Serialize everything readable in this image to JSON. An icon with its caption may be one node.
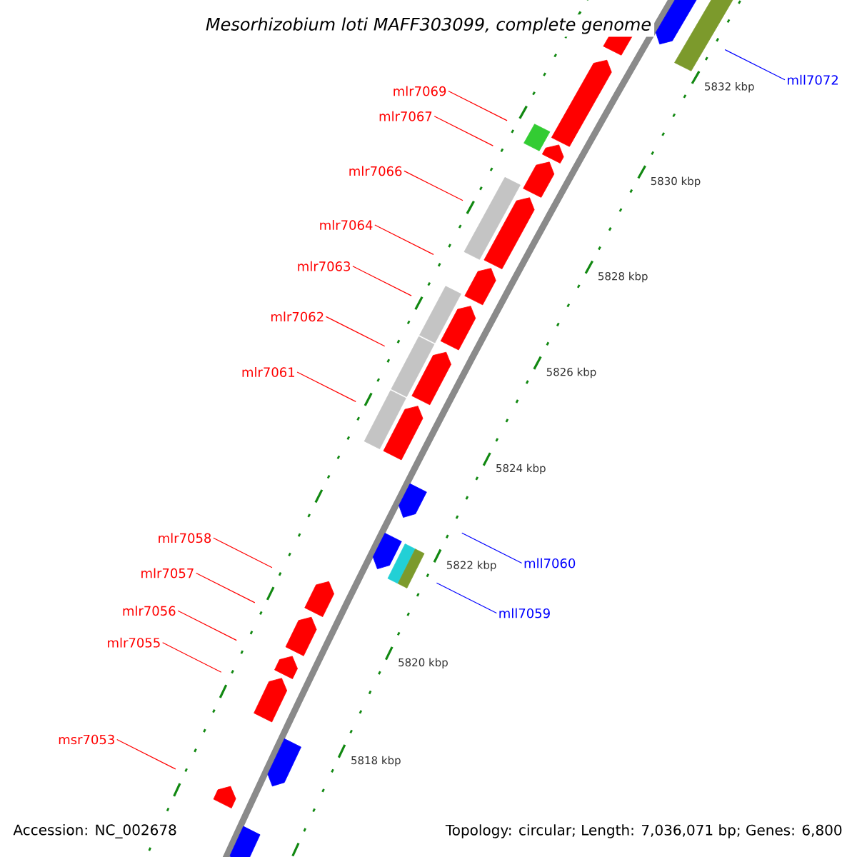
{
  "diagram": {
    "title": "Mesorhizobium loti MAFF303099, complete genome",
    "nodes": [
      {
        "text": [
          "mlr7069"
        ]
      },
      {
        "text": [
          "mll7072"
        ]
      },
      {
        "text": [
          "mlr7067"
        ]
      },
      {
        "text": [
          "mlr7066"
        ]
      },
      {
        "text": [
          "mlr7064"
        ]
      },
      {
        "text": [
          "mlr7063"
        ]
      },
      {
        "text": [
          "mlr7062"
        ]
      },
      {
        "text": [
          "mlr7061"
        ]
      },
      {
        "text": [
          "mlr7058"
        ]
      },
      {
        "text": [
          "mll7060"
        ]
      },
      {
        "text": [
          "mlr7057"
        ]
      },
      {
        "text": [
          "mlr7056"
        ]
      },
      {
        "text": [
          "mll7059"
        ]
      },
      {
        "text": [
          "mlr7055"
        ]
      },
      {
        "text": [
          "msr7053"
        ]
      },
      {
        "text": [],
        "shape": "box"
      },
      {
        "text": [],
        "shape": "box"
      },
      {
        "text": [],
        "shape": "box"
      },
      {
        "text": [],
        "shape": "box"
      },
      {
        "text": [],
        "shape": "box"
      },
      {
        "text": [],
        "shape": "box"
      }
    ],
    "edges": [
      {
        "from": 0,
        "to": 19,
        "arrow": "none"
      },
      {
        "from": 1,
        "to": 20,
        "arrow": "none",
        "color": "#0000ff"
      },
      {
        "from": 2,
        "to": null,
        "arrow": "none"
      },
      {
        "from": 3,
        "to": 15,
        "arrow": "none"
      },
      {
        "from": 4,
        "to": null,
        "arrow": "none"
      },
      {
        "from": 5,
        "to": 16,
        "arrow": "none"
      },
      {
        "from": 6,
        "to": 17,
        "arrow": "none"
      },
      {
        "from": 7,
        "to": 18,
        "arrow": "none"
      },
      {
        "from": 8,
        "to": null,
        "arrow": "none"
      },
      {
        "from": 9,
        "to": null,
        "arrow": "none",
        "color": "#0000ff"
      },
      {
        "from": 10,
        "to": null,
        "arrow": "none"
      },
      {
        "from": 11,
        "to": null,
        "arrow": "none"
      },
      {
        "from": 12,
        "to": null,
        "arrow": "none",
        "color": "#0000ff"
      },
      {
        "from": 13,
        "to": null,
        "arrow": "none"
      },
      {
        "from": 14,
        "to": null,
        "arrow": "none"
      }
    ],
    "labels": [
      "5832 kbp",
      "5830 kbp",
      "5828 kbp",
      "5826 kbp",
      "5824 kbp",
      "5822 kbp",
      "5820 kbp",
      "5818 kbp",
      "Accession: NC_002678",
      "Topology: circular; Length: 7,036,071 bp; Genes: 6,800"
    ]
  }
}
